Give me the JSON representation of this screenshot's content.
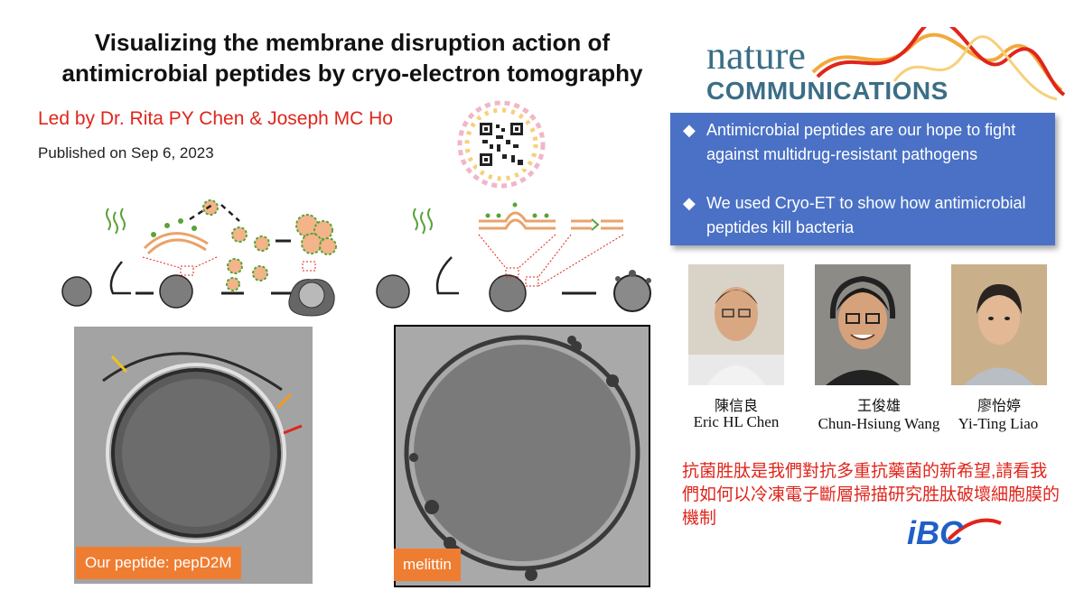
{
  "title": {
    "line1": "Visualizing the membrane disruption action of",
    "line2": "antimicrobial peptides by cryo-electron tomography"
  },
  "lead": "Led by Dr. Rita PY Chen & Joseph MC Ho",
  "published": "Published on Sep 6, 2023",
  "journal_logo": {
    "line1": "nature",
    "line2": "COMMUNICATIONS"
  },
  "highlights": [
    {
      "bullet": "◆",
      "text": "Antimicrobial peptides are our hope to fight  against multidrug-resistant pathogens"
    },
    {
      "bullet": "◆",
      "text": "We used Cryo-ET to show how antimicrobial peptides kill bacteria"
    }
  ],
  "people": [
    {
      "name_zh": "陳信良",
      "name_en": "Eric HL Chen"
    },
    {
      "name_zh": "王俊雄",
      "name_en": "Chun-Hsiung Wang"
    },
    {
      "name_zh": "廖怡婷",
      "name_en": "Yi-Ting Liao"
    }
  ],
  "zh_summary": "抗菌胜肽是我們對抗多重抗藥菌的新希望,請看我們如何以冷凍電子斷層掃描研究胜肽破壞細胞膜的機制",
  "tags": {
    "left": "Our peptide: pepD2M",
    "right": "melittin"
  },
  "institute_logo": "iBC",
  "colors": {
    "accent_red": "#e0251b",
    "box_blue": "#4a71c5",
    "tag_orange": "#ef7d31",
    "logo_teal": "#3b6e86"
  }
}
